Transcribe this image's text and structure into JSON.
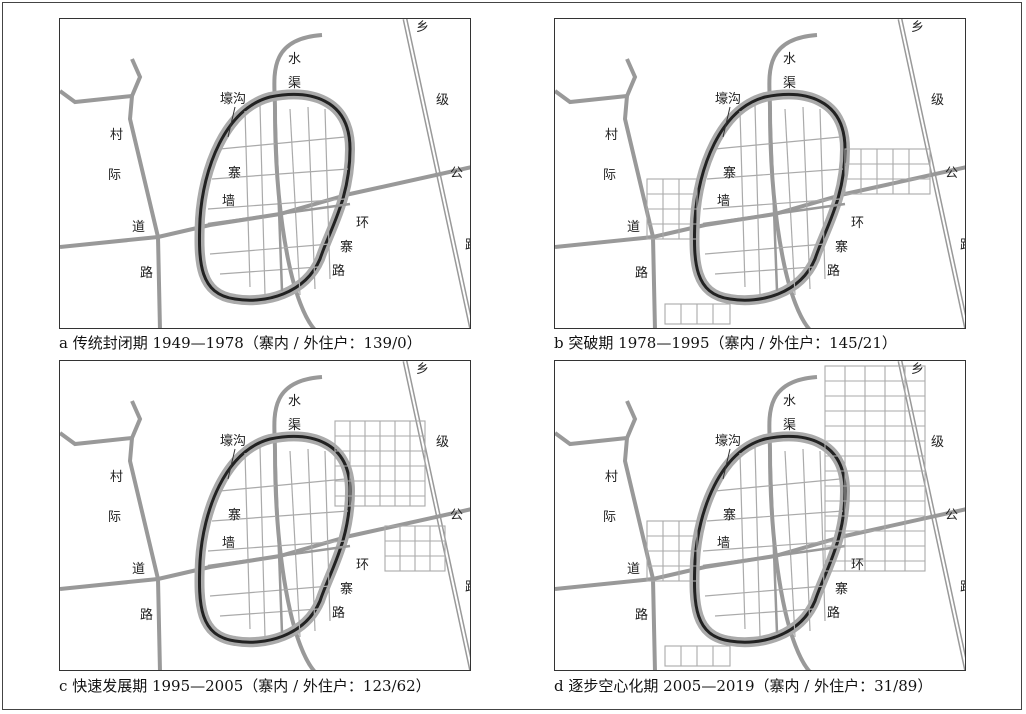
{
  "map_labels": {
    "village_road": [
      "村",
      "际",
      "道",
      "路"
    ],
    "canal": [
      "水",
      "渠"
    ],
    "moat": "壕沟",
    "wall": [
      "寨",
      "墙"
    ],
    "ring_road": [
      "环",
      "寨",
      "路"
    ],
    "county_road": [
      "乡",
      "级",
      "公",
      "路"
    ]
  },
  "panels": [
    {
      "letter": "a",
      "caption": "传统封闭期 1949—1978（寨内 / 外住户：139/0）",
      "inside_households": 139,
      "outside_households": 0,
      "expansion": []
    },
    {
      "letter": "b",
      "caption": "突破期 1978—1995（寨内 / 外住户：145/21）",
      "inside_households": 145,
      "outside_households": 21,
      "expansion": [
        "west-cluster",
        "east-strip",
        "south-strip"
      ]
    },
    {
      "letter": "c",
      "caption": "快速发展期 1995—2005（寨内 / 外住户：123/62）",
      "inside_households": 123,
      "outside_households": 62,
      "expansion": [
        "northeast-grid",
        "east-strip-lower"
      ]
    },
    {
      "letter": "d",
      "caption": "逐步空心化期 2005—2019（寨内 / 外住户：31/89）",
      "inside_households": 31,
      "outside_households": 89,
      "expansion": [
        "west-cluster",
        "northeast-large-grid",
        "south-strip"
      ]
    }
  ]
}
